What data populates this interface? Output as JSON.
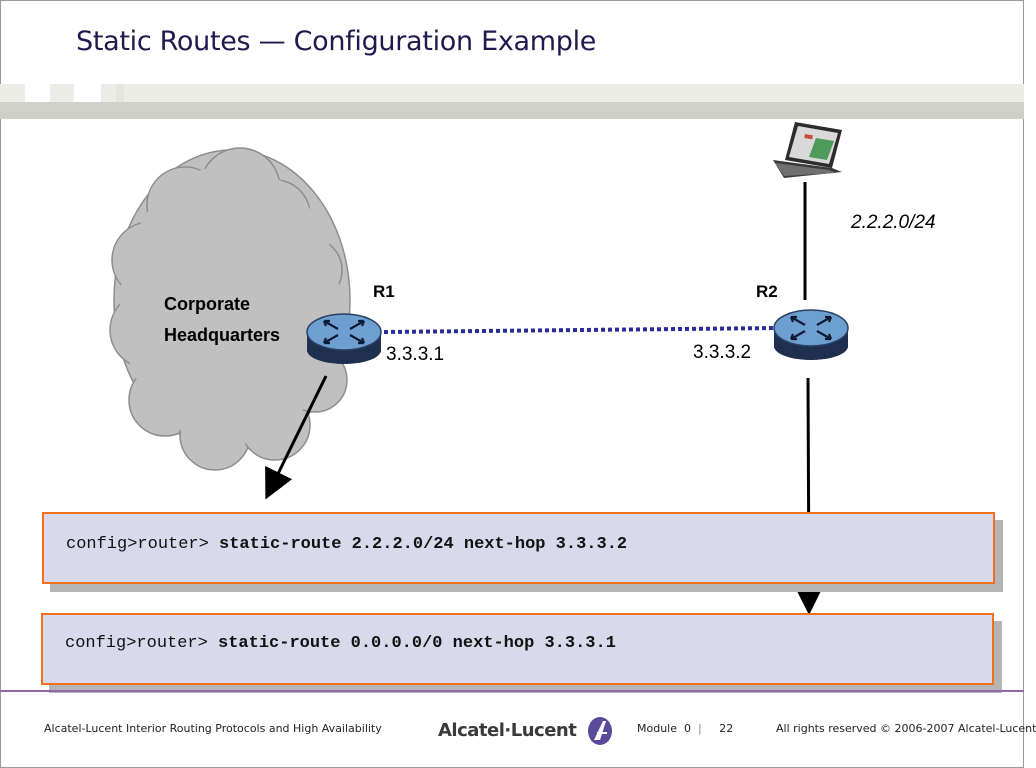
{
  "slide": {
    "title": "Static Routes — Configuration Example"
  },
  "diagram": {
    "cloud_label_line1": "Corporate",
    "cloud_label_line2": "Headquarters",
    "router1_name": "R1",
    "router2_name": "R2",
    "router1_ip": "3.3.3.1",
    "router2_ip": "3.3.3.2",
    "remote_network": "2.2.2.0/24",
    "icons": [
      "cloud-icon",
      "router-icon",
      "laptop-icon",
      "arrow-icon"
    ],
    "colors": {
      "link": "#2b2b9a",
      "router_top": "#6d9fd0",
      "router_body": "#1e2f4f",
      "cloud": "#c0c0c0",
      "box_border": "#f07020",
      "box_fill": "#d9d9ec"
    }
  },
  "commands": [
    {
      "prompt": "config>router>",
      "command": "static-route 2.2.2.0/24 next-hop 3.3.3.2"
    },
    {
      "prompt": "config>router>",
      "command": "static-route 0.0.0.0/0 next-hop 3.3.3.1"
    }
  ],
  "footer": {
    "course": "Alcatel-Lucent Interior Routing Protocols and High Availability",
    "brand": "Alcatel·Lucent",
    "module_label": "Module",
    "module_number": "0",
    "separator": "|",
    "page": "22",
    "copyright": "All rights reserved © 2006-2007 Alcatel-Lucent"
  }
}
